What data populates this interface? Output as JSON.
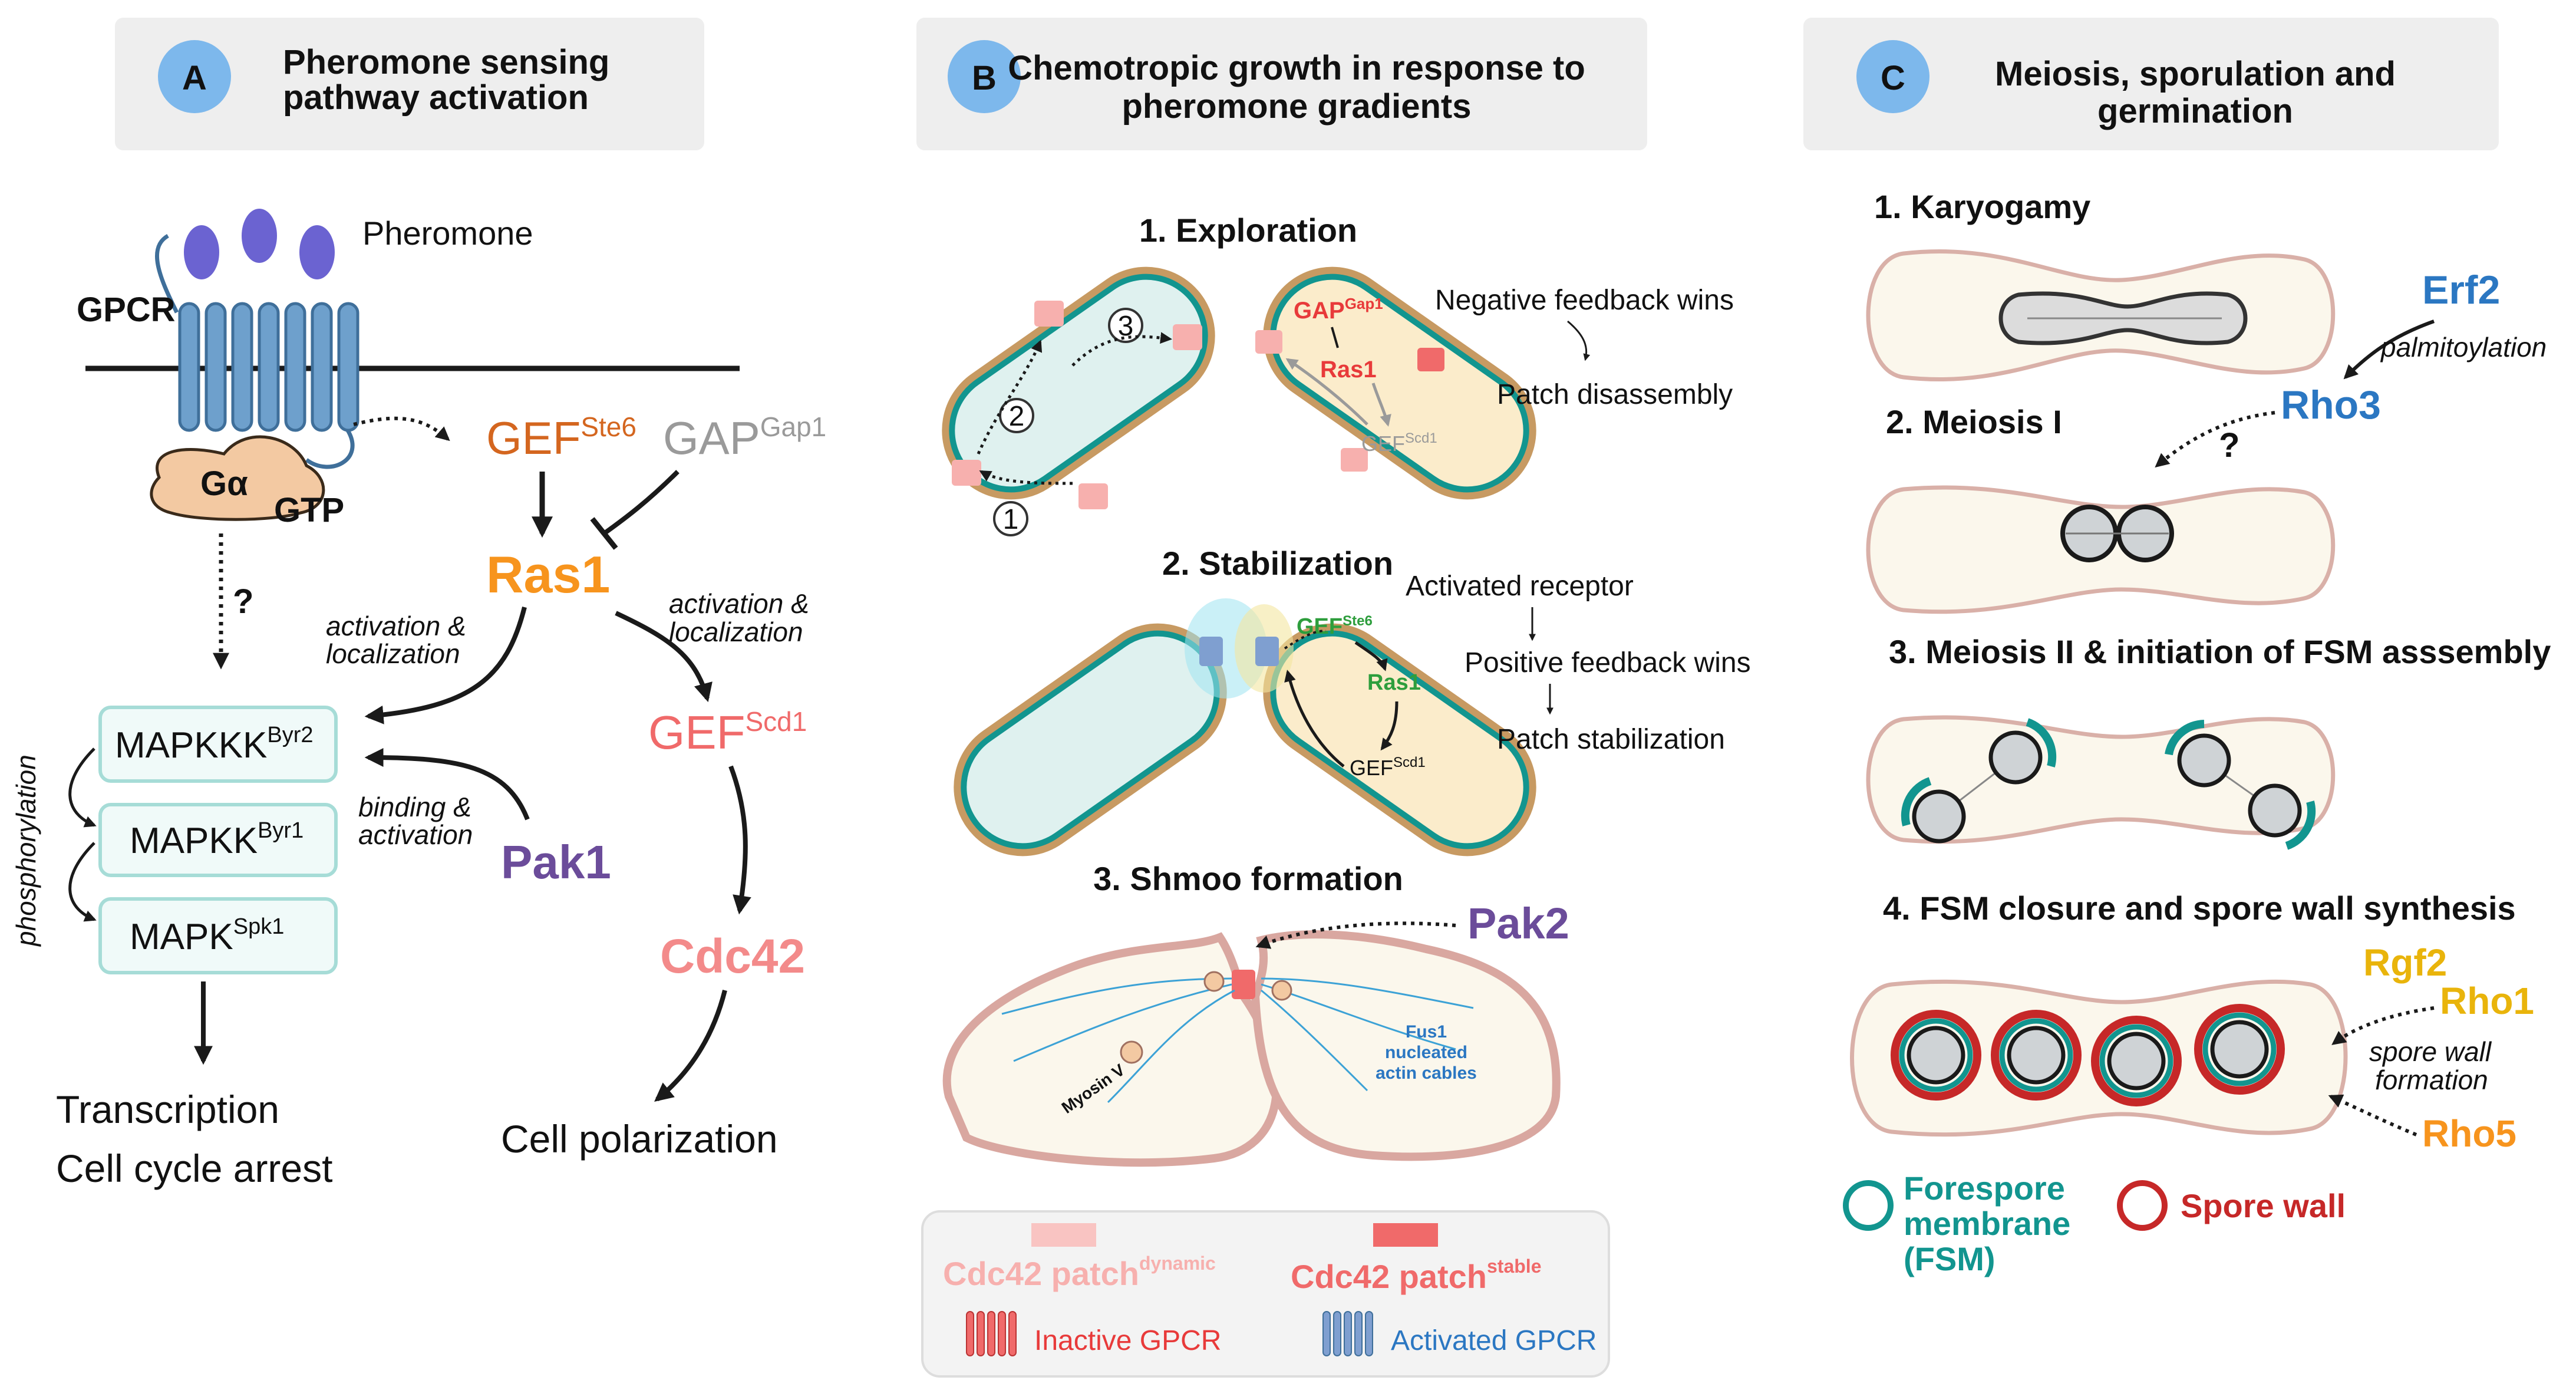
{
  "panels": {
    "a": {
      "letter": "A",
      "title_1": "Pheromone sensing",
      "title_2": "pathway activation",
      "pheromone": "Pheromone",
      "gpcr": "GPCR",
      "galpha": "Gα",
      "gtp": "GTP",
      "gef": "GEF",
      "gef_sup": "Ste6",
      "gap": "GAP",
      "gap_sup": "Gap1",
      "ras1": "Ras1",
      "question": "?",
      "act_loc_1": "activation &",
      "act_loc_2": "localization",
      "act_loc_r_1": "activation &",
      "act_loc_r_2": "localization",
      "mapkkk": "MAPKKK",
      "mapkkk_sup": "Byr2",
      "mapkk": "MAPKK",
      "mapkk_sup": "Byr1",
      "mapk": "MAPK",
      "mapk_sup": "Spk1",
      "phosphorylation": "phosphorylation",
      "binding_1": "binding &",
      "binding_2": "activation",
      "pak1": "Pak1",
      "gef_scd1": "GEF",
      "gef_scd1_sup": "Scd1",
      "cdc42": "Cdc42",
      "transcription": "Transcription",
      "cell_cycle_arrest": "Cell cycle arrest",
      "cell_polarization": "Cell polarization"
    },
    "b": {
      "letter": "B",
      "title_1": "Chemotropic growth in response to",
      "title_2": "pheromone gradients",
      "step1": "1. Exploration",
      "num1": "1",
      "num2": "2",
      "num3": "3",
      "gap": "GAP",
      "gap_sup": "Gap1",
      "ras1": "Ras1",
      "gef_scd1": "GEF",
      "gef_scd1_sup": "Scd1",
      "neg_feedback": "Negative feedback wins",
      "patch_disassembly": "Patch disassembly",
      "step2": "2. Stabilization",
      "gef_ste6": "GEF",
      "gef_ste6_sup": "Ste6",
      "ras1_2": "Ras1",
      "gef_scd1_2": "GEF",
      "gef_scd1_2_sup": "Scd1",
      "activated_receptor": "Activated receptor",
      "pos_feedback": "Positive feedback wins",
      "patch_stabilization": "Patch stabilization",
      "step3": "3. Shmoo formation",
      "pak2": "Pak2",
      "myosin": "Myosin V",
      "fus1_1": "Fus1",
      "fus1_2": "nucleated",
      "fus1_3": "actin cables",
      "legend_dynamic": "Cdc42 patch",
      "legend_dynamic_sup": "dynamic",
      "legend_stable": "Cdc42 patch",
      "legend_stable_sup": "stable",
      "legend_inactive": "Inactive GPCR",
      "legend_activated": "Activated GPCR"
    },
    "c": {
      "letter": "C",
      "title_1": "Meiosis, sporulation and",
      "title_2": "germination",
      "step1": "1. Karyogamy",
      "erf2": "Erf2",
      "palmitoylation": "palmitoylation",
      "rho3": "Rho3",
      "question": "?",
      "step2": "2. Meiosis I",
      "step3": "3. Meiosis II & initiation of FSM asssembly",
      "step4": "4. FSM closure and spore wall synthesis",
      "rgf2": "Rgf2",
      "rho1": "Rho1",
      "spore_wall_formation_1": "spore wall",
      "spore_wall_formation_2": "formation",
      "rho5": "Rho5",
      "legend_fsm_1": "Forespore",
      "legend_fsm_2": "membrane",
      "legend_fsm_3": "(FSM)",
      "legend_spore_wall": "Spore wall"
    }
  },
  "colors": {
    "orange": "#f7941d",
    "brown_orange": "#d4661f",
    "gray": "#9a9a9a",
    "salmon": "#f06a6a",
    "purple": "#6b4c9a",
    "blue": "#2b77c2",
    "yellow": "#e9b40b",
    "teal": "#12958f",
    "red": "#c62828",
    "green": "#2e9e3d",
    "gpcr_blue": "#6ea0cc",
    "cell_teal_fill": "#dff1ef",
    "cell_yellow_fill": "#fbeccb",
    "cell_outer": "#c79a62"
  }
}
